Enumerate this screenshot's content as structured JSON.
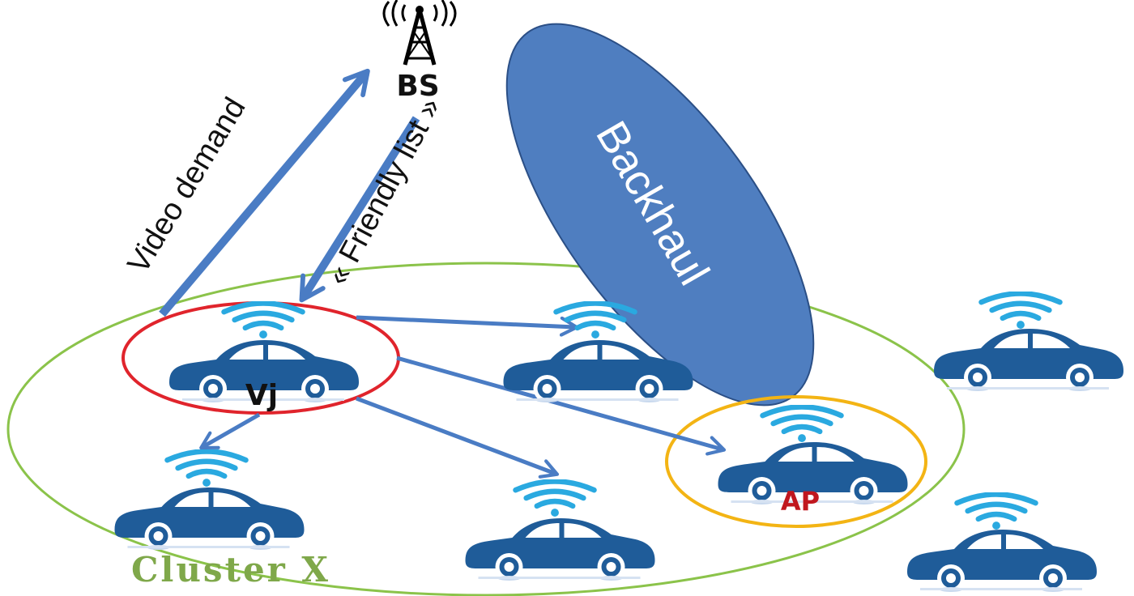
{
  "labels": {
    "bs": "BS",
    "video_demand": "Video demand",
    "friendly_list": "« Friendly list »",
    "backhaul": "Backhaul",
    "vj": "Vj",
    "ap": "AP",
    "cluster": "Cluster X"
  },
  "colors": {
    "arrow": "#4a7cc4",
    "backhaul_fill": "#4f7ec0",
    "backhaul_stroke": "#2b4f86",
    "cluster_ring": "#8bc34a",
    "vj_ring": "#e0242c",
    "ap_ring": "#f3b414",
    "car": "#1f5c99",
    "wifi": "#2aa9e0",
    "tower": "#000000"
  },
  "icons": {
    "tower": "antenna-tower-icon",
    "car": "car-icon",
    "wifi": "wifi-icon"
  },
  "cars": [
    {
      "name": "car-vj"
    },
    {
      "name": "car-top-middle"
    },
    {
      "name": "car-far-right-top"
    },
    {
      "name": "car-ap"
    },
    {
      "name": "car-bottom-left"
    },
    {
      "name": "car-bottom-middle"
    },
    {
      "name": "car-far-right-bottom"
    }
  ]
}
